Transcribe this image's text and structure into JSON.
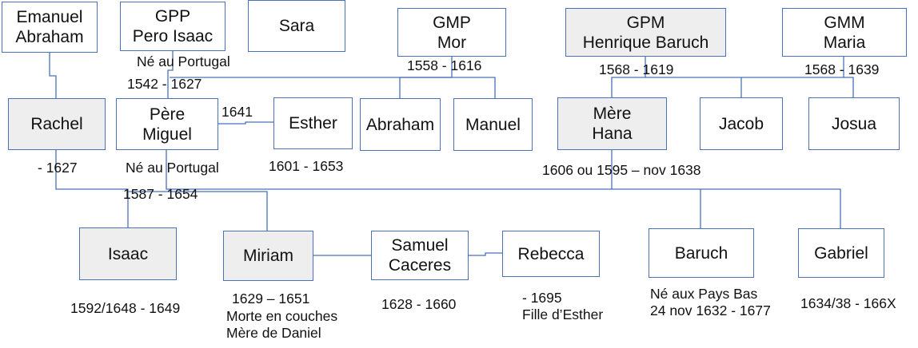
{
  "diagram": {
    "title": "Family tree",
    "colors": {
      "line": "#4a72b8",
      "shaded_box": "#eeeeee",
      "box": "#ffffff"
    },
    "persons": {
      "emanuel_abraham": {
        "line1": "Emanuel",
        "line2": "Abraham"
      },
      "gpp": {
        "line1": "GPP",
        "line2": "Pero Isaac",
        "note1": "Né au Portugal",
        "note2": "1542 - 1627"
      },
      "sara": {
        "line1": "Sara"
      },
      "gmp": {
        "line1": "GMP",
        "line2": "Mor",
        "note1": "1558 - 1616"
      },
      "gpm": {
        "line1": "GPM",
        "line2": "Henrique Baruch",
        "note1": "1568 - 1619"
      },
      "gmm": {
        "line1": "GMM",
        "line2": "Maria",
        "note1": "1568 - 1639"
      },
      "rachel": {
        "line1": "Rachel",
        "note1": "- 1627"
      },
      "pere_miguel": {
        "line1": "Père",
        "line2": "Miguel",
        "note1": "Né au Portugal",
        "note2": "1587 - 1654",
        "marriage_year": "1641"
      },
      "esther": {
        "line1": "Esther",
        "note1": "1601 - 1653"
      },
      "abraham": {
        "line1": "Abraham"
      },
      "manuel": {
        "line1": "Manuel"
      },
      "mere_hana": {
        "line1": "Mère",
        "line2": "Hana",
        "note1": "1606 ou 1595  – nov 1638"
      },
      "jacob": {
        "line1": "Jacob"
      },
      "josua": {
        "line1": "Josua"
      },
      "isaac": {
        "line1": "Isaac",
        "note1": "1592/1648 - 1649"
      },
      "miriam": {
        "line1": "Miriam",
        "note1": "1629 – 1651",
        "note2": "Morte en couches",
        "note3": "Mère de Daniel"
      },
      "samuel_caceres": {
        "line1": "Samuel",
        "line2": "Caceres",
        "note1": "1628 - 1660"
      },
      "rebecca": {
        "line1": "Rebecca",
        "note1": "- 1695",
        "note2": "Fille d’Esther"
      },
      "baruch": {
        "line1": "Baruch",
        "note1": "Né aux Pays Bas",
        "note2": "24 nov 1632 - 1677"
      },
      "gabriel": {
        "line1": "Gabriel",
        "note1": "1634/38 - 166X"
      }
    }
  }
}
